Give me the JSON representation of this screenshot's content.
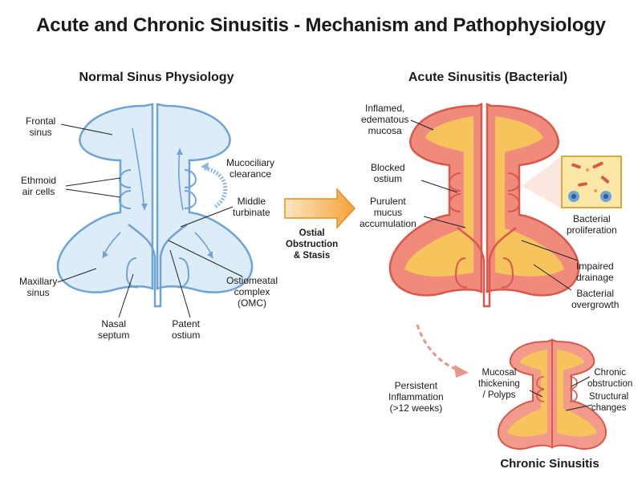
{
  "title": "Acute and Chronic Sinusitis - Mechanism and Pathophysiology",
  "panels": {
    "normal": {
      "heading": "Normal Sinus Physiology",
      "labels": {
        "frontal": "Frontal\nsinus",
        "ethmoid": "Ethmoid\nair cells",
        "mucociliary": "Mucociliary\nclearance",
        "middle_turbinate": "Middle\nturbinate",
        "maxillary": "Maxillary\nsinus",
        "omc": "Ostiomeatal\ncomplex\n(OMC)",
        "septum": "Nasal\nseptum",
        "patent": "Patent\nostium"
      }
    },
    "transition": {
      "label": "Ostial\nObstruction\n& Stasis"
    },
    "acute": {
      "heading": "Acute Sinusitis (Bacterial)",
      "labels": {
        "inflamed": "Inflamed,\nedematous\nmucosa",
        "blocked": "Blocked\nostium",
        "purulent": "Purulent\nmucus\naccumulation",
        "bacterial_prolif": "Bacterial\nproliferation",
        "impaired": "Impaired\ndrainage",
        "overgrowth": "Bacterial\novergrowth"
      }
    },
    "chronic": {
      "heading": "Chronic Sinusitis",
      "persistent": "Persistent\nInflammation\n(>12 weeks)",
      "labels": {
        "mucosal": "Mucosal\nthickening\n/ Polyps",
        "chronic_obstruction": "Chronic\nobstruction",
        "structural": "Structural\nchanges"
      }
    }
  },
  "colors": {
    "normal_fill": "#dcecf9",
    "normal_stroke": "#6fa3d3",
    "acute_outer": "#f08a7c",
    "acute_inner": "#f7c35c",
    "acute_stroke": "#d8594c",
    "arrow": "#f4a239"
  }
}
